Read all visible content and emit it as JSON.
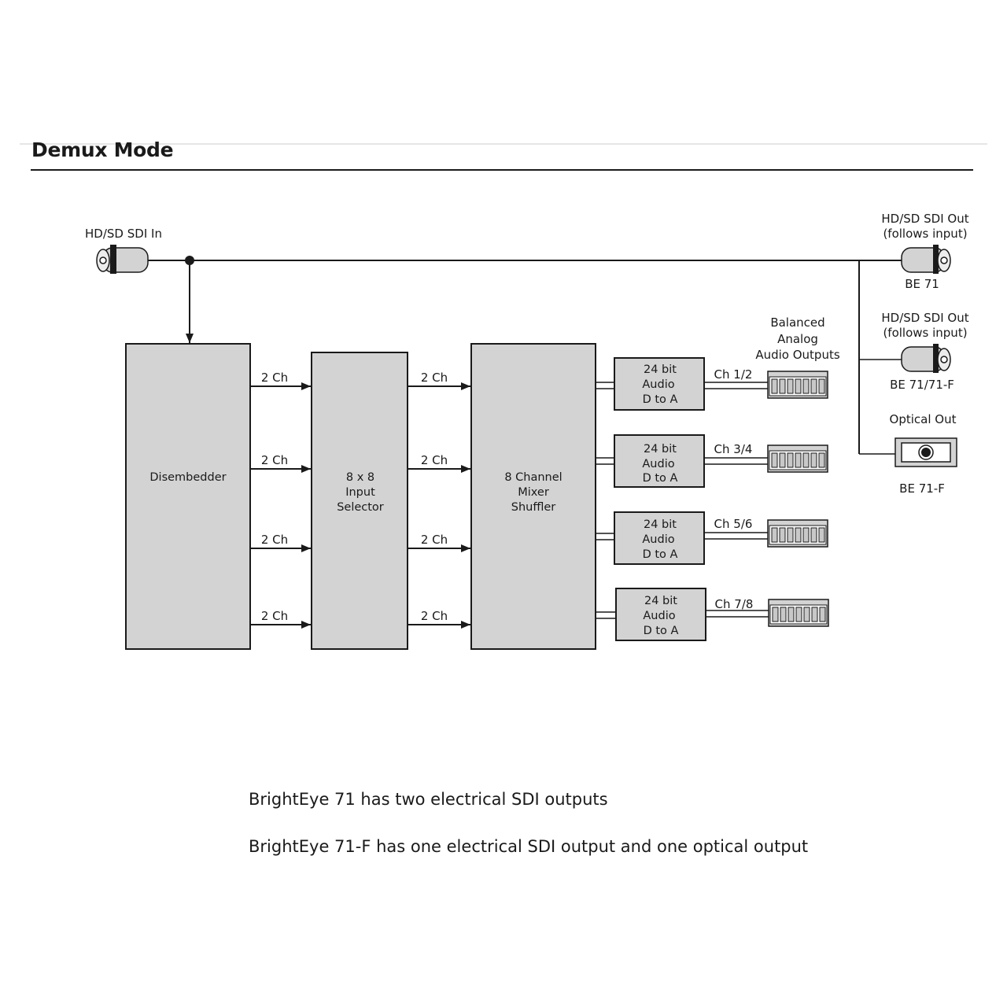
{
  "header": {
    "title": "Demux Mode"
  },
  "input": {
    "label": "HD/SD SDI In"
  },
  "blocks": {
    "disembedder": "Disembedder",
    "input_selector": [
      "8 x 8",
      "Input",
      "Selector"
    ],
    "mixer": [
      "8 Channel",
      "Mixer",
      "Shuffler"
    ]
  },
  "channel_label": "2 Ch",
  "dac": {
    "lines": [
      "24 bit",
      "Audio",
      "D to A"
    ],
    "channels": [
      "Ch 1/2",
      "Ch 3/4",
      "Ch 5/6",
      "Ch 7/8"
    ]
  },
  "analog_outputs_label": [
    "Balanced",
    "Analog",
    "Audio Outputs"
  ],
  "outputs": {
    "sdi_out_1": {
      "lines": [
        "HD/SD SDI Out",
        "(follows input)"
      ],
      "model": "BE 71"
    },
    "sdi_out_2": {
      "lines": [
        "HD/SD SDI Out",
        "(follows input)"
      ],
      "model": "BE 71/71-F"
    },
    "optical": {
      "label": "Optical Out",
      "model": "BE 71-F"
    }
  },
  "notes": [
    "BrightEye 71 has two electrical SDI outputs",
    "BrightEye 71-F has one electrical SDI output and one optical output"
  ]
}
